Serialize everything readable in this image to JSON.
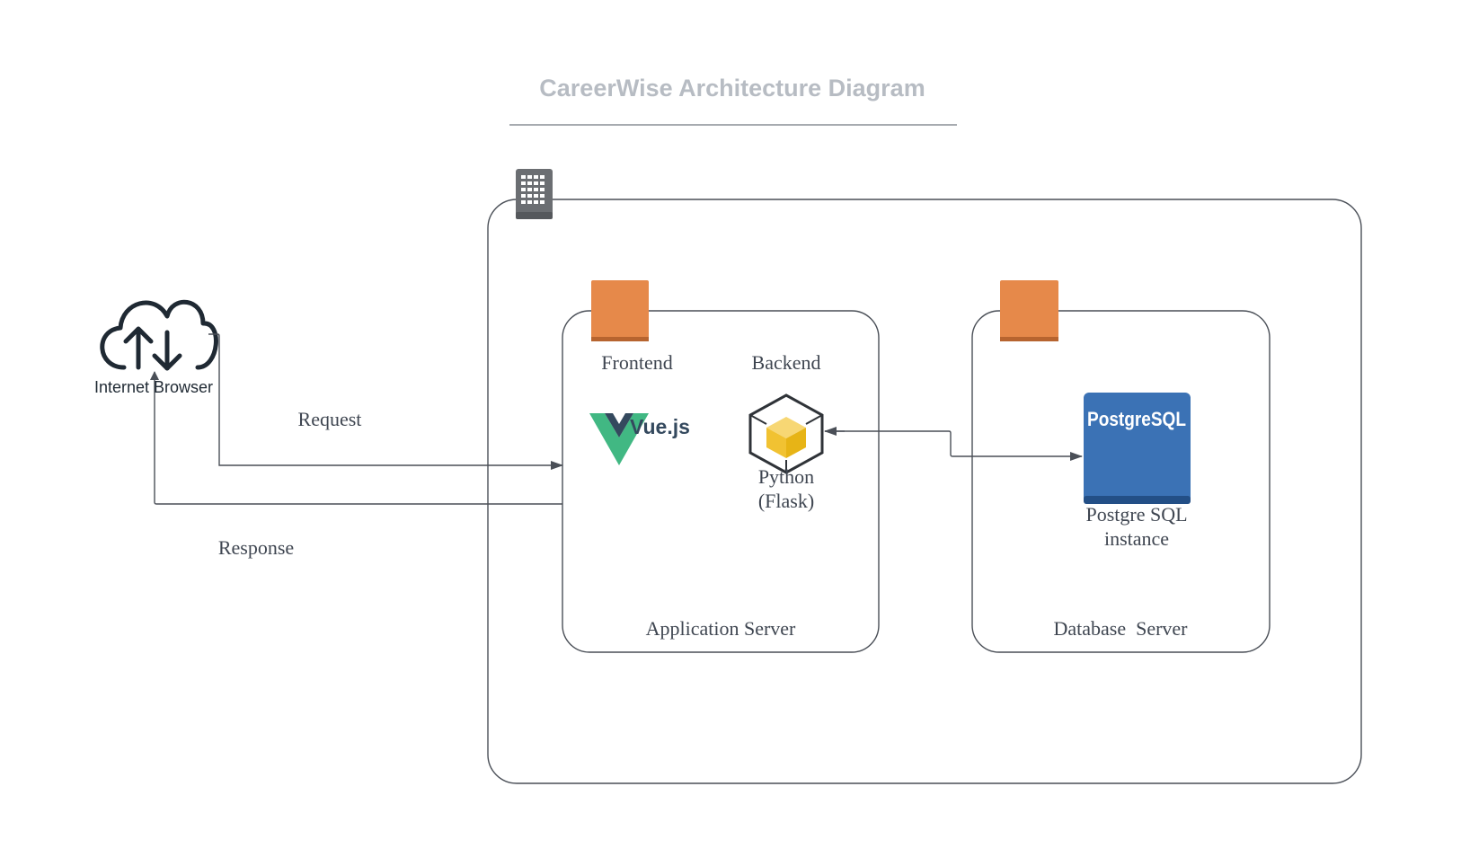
{
  "title": "CareerWise Architecture Diagram",
  "browser": {
    "label": "Internet Browser",
    "icon": "cloud-upload-download-icon"
  },
  "edges": {
    "request_label": "Request",
    "response_label": "Response"
  },
  "outer_container": {
    "icon": "building-icon"
  },
  "app_server": {
    "label": "Application Server",
    "icon": "compute-instance-icon",
    "frontend_label": "Frontend",
    "frontend_tech": "Vue.js",
    "frontend_icon": "vue-logo-icon",
    "backend_label": "Backend",
    "backend_tech_line1": "Python",
    "backend_tech_line2": "(Flask)",
    "backend_icon": "package-cube-icon"
  },
  "db_server": {
    "label": "Database  Server",
    "icon": "compute-instance-icon",
    "db_badge": "PostgreSQL",
    "db_label_line1": "Postgre SQL",
    "db_label_line2": "instance",
    "db_icon": "postgresql-database-icon"
  },
  "colors": {
    "title": "#b7bcc3",
    "text": "#3f4651",
    "line": "#4a4f57",
    "orange": "#e6894a",
    "postgres": "#3b72b5",
    "vue_green": "#41b883",
    "vue_dark": "#34495e",
    "cube_yellow": "#f5cf5b"
  }
}
